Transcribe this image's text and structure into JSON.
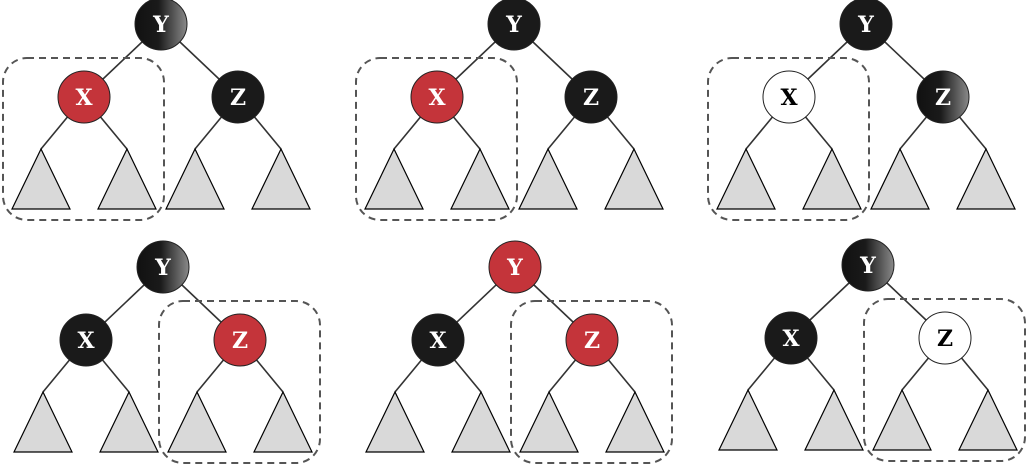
{
  "colors": {
    "red": "#c4343a",
    "black": "#1a1a1a",
    "white": "#ffffff",
    "subtree_fill": "#d9d9d9"
  },
  "panels": [
    {
      "root": {
        "label": "Y",
        "color": "black-gradient"
      },
      "left": {
        "label": "X",
        "color": "red"
      },
      "right": {
        "label": "Z",
        "color": "black"
      },
      "highlight": "left"
    },
    {
      "root": {
        "label": "Y",
        "color": "black"
      },
      "left": {
        "label": "X",
        "color": "red"
      },
      "right": {
        "label": "Z",
        "color": "black"
      },
      "highlight": "left"
    },
    {
      "root": {
        "label": "Y",
        "color": "black"
      },
      "left": {
        "label": "X",
        "color": "white"
      },
      "right": {
        "label": "Z",
        "color": "black-gradient"
      },
      "highlight": "left"
    },
    {
      "root": {
        "label": "Y",
        "color": "black-gradient"
      },
      "left": {
        "label": "X",
        "color": "black"
      },
      "right": {
        "label": "Z",
        "color": "red"
      },
      "highlight": "right"
    },
    {
      "root": {
        "label": "Y",
        "color": "red"
      },
      "left": {
        "label": "X",
        "color": "black"
      },
      "right": {
        "label": "Z",
        "color": "red"
      },
      "highlight": "right"
    },
    {
      "root": {
        "label": "Y",
        "color": "black-gradient"
      },
      "left": {
        "label": "X",
        "color": "black"
      },
      "right": {
        "label": "Z",
        "color": "white"
      },
      "highlight": "right"
    }
  ]
}
